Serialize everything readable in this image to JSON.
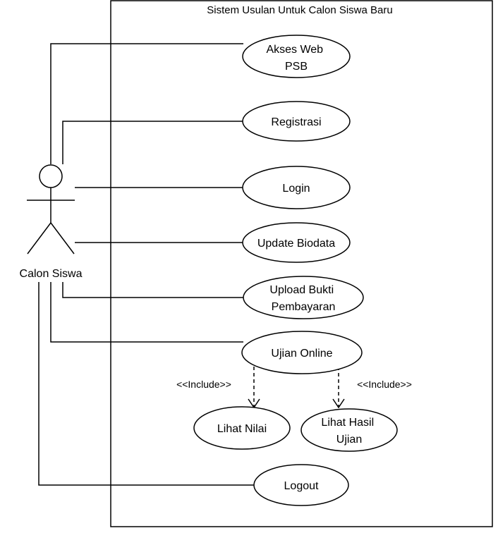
{
  "system": {
    "title": "Sistem Usulan Untuk Calon Siswa Baru"
  },
  "actor": {
    "label": "Calon Siswa"
  },
  "use_cases": {
    "akses_web": [
      "Akses Web",
      "PSB"
    ],
    "registrasi": [
      "Registrasi"
    ],
    "login": [
      "Login"
    ],
    "update_biodata": [
      "Update Biodata"
    ],
    "upload_bukti": [
      "Upload Bukti",
      "Pembayaran"
    ],
    "ujian_online": [
      "Ujian Online"
    ],
    "lihat_nilai": [
      "Lihat Nilai"
    ],
    "lihat_hasil": [
      "Lihat Hasil",
      "Ujian"
    ],
    "logout": [
      "Logout"
    ]
  },
  "relations": {
    "include_left": "<<Include>>",
    "include_right": "<<Include>>"
  }
}
